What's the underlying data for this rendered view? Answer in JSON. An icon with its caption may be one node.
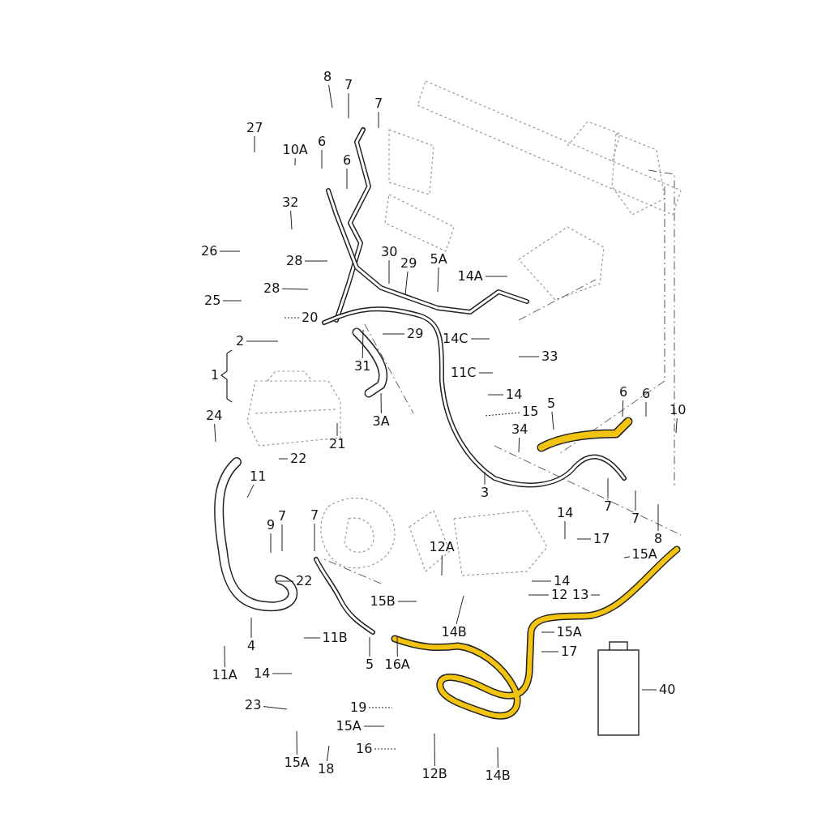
{
  "diagram": {
    "nodes": [
      {
        "text": [
          "8"
        ]
      },
      {
        "text": [
          "7"
        ]
      },
      {
        "text": [
          "7"
        ]
      },
      {
        "text": [
          "27"
        ]
      },
      {
        "text": [
          "10A"
        ]
      },
      {
        "text": [
          "6"
        ]
      },
      {
        "text": [
          "6"
        ]
      },
      {
        "text": [
          "32"
        ]
      },
      {
        "text": [
          "26"
        ]
      },
      {
        "text": [
          "28"
        ]
      },
      {
        "text": [
          "30"
        ]
      },
      {
        "text": [
          "29"
        ]
      },
      {
        "text": [
          "5A"
        ]
      },
      {
        "text": [
          "14A"
        ]
      },
      {
        "text": [
          "28"
        ]
      },
      {
        "text": [
          "25"
        ]
      },
      {
        "text": [
          "20"
        ]
      },
      {
        "text": [
          "2"
        ]
      },
      {
        "text": [
          "29"
        ]
      },
      {
        "text": [
          "14C"
        ]
      },
      {
        "text": [
          "33"
        ]
      },
      {
        "text": [
          "31"
        ]
      },
      {
        "text": [
          "11C"
        ]
      },
      {
        "text": [
          "3A"
        ]
      },
      {
        "text": [
          "21"
        ]
      },
      {
        "text": [
          "14"
        ]
      },
      {
        "text": [
          "15"
        ]
      },
      {
        "text": [
          "34"
        ]
      },
      {
        "text": [
          "5"
        ]
      },
      {
        "text": [
          "6"
        ]
      },
      {
        "text": [
          "6"
        ]
      },
      {
        "text": [
          "10"
        ]
      },
      {
        "text": [
          "24"
        ]
      },
      {
        "text": [
          "22"
        ]
      },
      {
        "text": [
          "3"
        ]
      },
      {
        "text": [
          "11"
        ]
      },
      {
        "text": [
          "7"
        ]
      },
      {
        "text": [
          "7"
        ]
      },
      {
        "text": [
          "8"
        ]
      },
      {
        "text": [
          "14"
        ]
      },
      {
        "text": [
          "17"
        ]
      },
      {
        "text": [
          "9"
        ]
      },
      {
        "text": [
          "7"
        ]
      },
      {
        "text": [
          "7"
        ]
      },
      {
        "text": [
          "12A"
        ]
      },
      {
        "text": [
          "15A"
        ]
      },
      {
        "text": [
          "14"
        ]
      },
      {
        "text": [
          "22"
        ]
      },
      {
        "text": [
          "12"
        ]
      },
      {
        "text": [
          "13"
        ]
      },
      {
        "text": [
          "15B"
        ]
      },
      {
        "text": [
          "15A"
        ]
      },
      {
        "text": [
          "4"
        ]
      },
      {
        "text": [
          "11B"
        ]
      },
      {
        "text": [
          "14B"
        ]
      },
      {
        "text": [
          "17"
        ]
      },
      {
        "text": [
          "5"
        ]
      },
      {
        "text": [
          "16A"
        ]
      },
      {
        "text": [
          "14"
        ]
      },
      {
        "text": [
          "40"
        ]
      },
      {
        "text": [
          "23"
        ]
      },
      {
        "text": [
          "19"
        ]
      },
      {
        "text": [
          "15A"
        ]
      },
      {
        "text": [
          "16"
        ]
      },
      {
        "text": [
          "15A"
        ]
      },
      {
        "text": [
          "18"
        ]
      },
      {
        "text": [
          "12B"
        ]
      },
      {
        "text": [
          "14B"
        ]
      },
      {
        "text": [
          "11A"
        ]
      }
    ],
    "edges": [
      {
        "from": 0,
        "to": null,
        "arrow": "none"
      },
      {
        "from": 1,
        "to": null,
        "arrow": "none"
      },
      {
        "from": 2,
        "to": null,
        "arrow": "none"
      },
      {
        "from": 3,
        "to": null,
        "arrow": "none"
      },
      {
        "from": 4,
        "to": null,
        "arrow": "none"
      },
      {
        "from": 5,
        "to": null,
        "arrow": "none"
      },
      {
        "from": 6,
        "to": null,
        "arrow": "none"
      },
      {
        "from": 7,
        "to": null,
        "arrow": "none"
      },
      {
        "from": 8,
        "to": null,
        "arrow": "none"
      },
      {
        "from": 9,
        "to": null,
        "arrow": "none"
      },
      {
        "from": 10,
        "to": null,
        "arrow": "none"
      },
      {
        "from": 11,
        "to": null,
        "arrow": "none"
      },
      {
        "from": 12,
        "to": null,
        "arrow": "none"
      },
      {
        "from": 13,
        "to": null,
        "arrow": "none"
      },
      {
        "from": 14,
        "to": null,
        "arrow": "none"
      },
      {
        "from": 15,
        "to": null,
        "arrow": "none"
      },
      {
        "from": 16,
        "to": null,
        "arrow": "none",
        "style": "dashed"
      },
      {
        "from": 17,
        "to": null,
        "arrow": "none"
      },
      {
        "from": 18,
        "to": null,
        "arrow": "none"
      },
      {
        "from": 19,
        "to": null,
        "arrow": "none"
      },
      {
        "from": 20,
        "to": null,
        "arrow": "none"
      },
      {
        "from": 21,
        "to": null,
        "arrow": "none"
      },
      {
        "from": 22,
        "to": null,
        "arrow": "none"
      },
      {
        "from": 23,
        "to": null,
        "arrow": "none"
      },
      {
        "from": 24,
        "to": null,
        "arrow": "none"
      },
      {
        "from": 25,
        "to": null,
        "arrow": "none"
      },
      {
        "from": 26,
        "to": null,
        "arrow": "none",
        "style": "dashed"
      },
      {
        "from": 27,
        "to": null,
        "arrow": "none"
      },
      {
        "from": 28,
        "to": null,
        "arrow": "none"
      },
      {
        "from": 29,
        "to": null,
        "arrow": "none"
      },
      {
        "from": 30,
        "to": null,
        "arrow": "none"
      },
      {
        "from": 31,
        "to": null,
        "arrow": "none"
      },
      {
        "from": 32,
        "to": null,
        "arrow": "none"
      },
      {
        "from": 33,
        "to": null,
        "arrow": "none"
      },
      {
        "from": 34,
        "to": null,
        "arrow": "none"
      },
      {
        "from": 35,
        "to": null,
        "arrow": "none"
      },
      {
        "from": 36,
        "to": null,
        "arrow": "none"
      },
      {
        "from": 37,
        "to": null,
        "arrow": "none"
      },
      {
        "from": 38,
        "to": null,
        "arrow": "none"
      },
      {
        "from": 39,
        "to": null,
        "arrow": "none"
      },
      {
        "from": 40,
        "to": null,
        "arrow": "none"
      },
      {
        "from": 41,
        "to": null,
        "arrow": "none"
      },
      {
        "from": 42,
        "to": null,
        "arrow": "none"
      },
      {
        "from": 43,
        "to": null,
        "arrow": "none"
      },
      {
        "from": 44,
        "to": null,
        "arrow": "none"
      },
      {
        "from": 45,
        "to": null,
        "arrow": "none"
      },
      {
        "from": 46,
        "to": null,
        "arrow": "none"
      },
      {
        "from": 47,
        "to": null,
        "arrow": "none"
      },
      {
        "from": 48,
        "to": null,
        "arrow": "none"
      },
      {
        "from": 49,
        "to": null,
        "arrow": "none"
      },
      {
        "from": 50,
        "to": null,
        "arrow": "none"
      },
      {
        "from": 51,
        "to": null,
        "arrow": "none"
      },
      {
        "from": 52,
        "to": null,
        "arrow": "none"
      },
      {
        "from": 53,
        "to": null,
        "arrow": "none"
      },
      {
        "from": 54,
        "to": null,
        "arrow": "none"
      },
      {
        "from": 55,
        "to": null,
        "arrow": "none"
      },
      {
        "from": 56,
        "to": null,
        "arrow": "none"
      },
      {
        "from": 57,
        "to": null,
        "arrow": "none"
      },
      {
        "from": 58,
        "to": null,
        "arrow": "none"
      },
      {
        "from": 59,
        "to": null,
        "arrow": "none"
      },
      {
        "from": 60,
        "to": null,
        "arrow": "none"
      },
      {
        "from": 61,
        "to": null,
        "arrow": "none",
        "style": "dashed"
      },
      {
        "from": 62,
        "to": null,
        "arrow": "none"
      },
      {
        "from": 63,
        "to": null,
        "arrow": "none",
        "style": "dashed"
      },
      {
        "from": 64,
        "to": null,
        "arrow": "none"
      },
      {
        "from": 65,
        "to": null,
        "arrow": "none"
      },
      {
        "from": 66,
        "to": null,
        "arrow": "none"
      },
      {
        "from": 67,
        "to": null,
        "arrow": "none"
      },
      {
        "from": 68,
        "to": null,
        "arrow": "none"
      }
    ],
    "labels": [
      "1"
    ]
  }
}
